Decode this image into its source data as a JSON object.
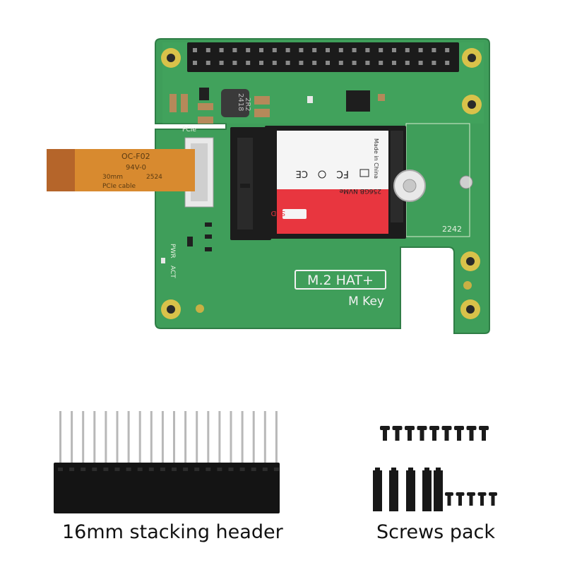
{
  "board": {
    "product_label": "M.2 HAT+",
    "key_label": "M Key",
    "pcie_label": "PCIe",
    "pwr_label": "PWR",
    "act_label": "ACT",
    "size_label": "2242",
    "inductor_code": "2R2",
    "inductor_batch": "2418"
  },
  "cable": {
    "code": "OC-F02",
    "rating": "94V-0",
    "length": "30mm",
    "batch": "2524",
    "desc": "PCIe cable"
  },
  "ssd": {
    "origin": "Made in China",
    "capacity": "256GB NVMe",
    "brand_tag": "SSD",
    "cert_ce": "CE",
    "cert_fc": "FC"
  },
  "captions": {
    "header": "16mm stacking header",
    "screws": "Screws pack"
  },
  "colors": {
    "pcb_green": "#3f9e5a",
    "pad_gold": "#d9c24a",
    "cable_orange": "#d88a2f",
    "ssd_red": "#e8363f",
    "header_black": "#141414"
  }
}
